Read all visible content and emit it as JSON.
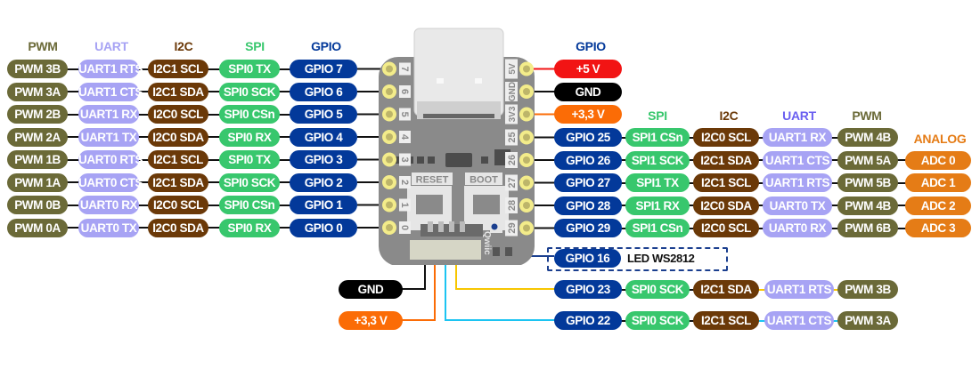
{
  "left_headers": {
    "pwm": "PWM",
    "uart": "UART",
    "i2c": "I2C",
    "spi": "SPI",
    "gpio": "GPIO"
  },
  "right_headers": {
    "gpio": "GPIO",
    "spi": "SPI",
    "i2c": "I2C",
    "uart": "UART",
    "pwm": "PWM",
    "analog": "ANALOG"
  },
  "colors": {
    "pwm": "#6b6a38",
    "uart": "#a7a3f4",
    "i2c": "#6b3908",
    "spi": "#38c76d",
    "gpio": "#03399a",
    "power_5v": "#f21414",
    "gnd": "#000000",
    "power_3v3": "#fb6c06",
    "analog": "#e57c16"
  },
  "left_rows": [
    {
      "pwm": "PWM 3B",
      "uart": "UART1 RTS",
      "i2c": "I2C1 SCL",
      "spi": "SPI0 TX",
      "gpio": "GPIO 7",
      "pin": "7"
    },
    {
      "pwm": "PWM 3A",
      "uart": "UART1 CTS",
      "i2c": "I2C1 SDA",
      "spi": "SPI0 SCK",
      "gpio": "GPIO 6",
      "pin": "6"
    },
    {
      "pwm": "PWM 2B",
      "uart": "UART1 RX",
      "i2c": "I2C0 SCL",
      "spi": "SPI0 CSn",
      "gpio": "GPIO 5",
      "pin": "5"
    },
    {
      "pwm": "PWM 2A",
      "uart": "UART1 TX",
      "i2c": "I2C0 SDA",
      "spi": "SPI0 RX",
      "gpio": "GPIO 4",
      "pin": "4"
    },
    {
      "pwm": "PWM 1B",
      "uart": "UART0 RTS",
      "i2c": "I2C1 SCL",
      "spi": "SPI0 TX",
      "gpio": "GPIO 3",
      "pin": "3"
    },
    {
      "pwm": "PWM 1A",
      "uart": "UART0 CTS",
      "i2c": "I2C1 SDA",
      "spi": "SPI0 SCK",
      "gpio": "GPIO 2",
      "pin": "2"
    },
    {
      "pwm": "PWM 0B",
      "uart": "UART0 RX",
      "i2c": "I2C0 SCL",
      "spi": "SPI0 CSn",
      "gpio": "GPIO 1",
      "pin": "1"
    },
    {
      "pwm": "PWM 0A",
      "uart": "UART0 TX",
      "i2c": "I2C0 SDA",
      "spi": "SPI0 RX",
      "gpio": "GPIO 0",
      "pin": "0"
    }
  ],
  "right_power": [
    {
      "label": "+5 V",
      "pin": "5V"
    },
    {
      "label": "GND",
      "pin": "GND"
    },
    {
      "label": "+3,3 V",
      "pin": "3V3"
    }
  ],
  "right_rows": [
    {
      "gpio": "GPIO 25",
      "spi": "SPI1 CSn",
      "i2c": "I2C0 SCL",
      "uart": "UART1 RX",
      "pwm": "PWM 4B",
      "adc": null,
      "pin": "25"
    },
    {
      "gpio": "GPIO 26",
      "spi": "SPI1 SCK",
      "i2c": "I2C1 SDA",
      "uart": "UART1 CTS",
      "pwm": "PWM 5A",
      "adc": "ADC 0",
      "pin": "26"
    },
    {
      "gpio": "GPIO 27",
      "spi": "SPI1 TX",
      "i2c": "I2C1 SCL",
      "uart": "UART1 RTS",
      "pwm": "PWM 5B",
      "adc": "ADC 1",
      "pin": "27"
    },
    {
      "gpio": "GPIO 28",
      "spi": "SPI1 RX",
      "i2c": "I2C0 SDA",
      "uart": "UART0 TX",
      "pwm": "PWM 4B",
      "adc": "ADC 2",
      "pin": "28"
    },
    {
      "gpio": "GPIO 29",
      "spi": "SPI1 CSn",
      "i2c": "I2C0 SCL",
      "uart": "UART0 RX",
      "pwm": "PWM 6B",
      "adc": "ADC 3",
      "pin": "29"
    }
  ],
  "led": {
    "gpio": "GPIO 16",
    "label": "LED WS2812"
  },
  "qwiic": {
    "gnd": "GND",
    "power": "+3,3 V",
    "sda_row": {
      "gpio": "GPIO 23",
      "spi": "SPI0 SCK",
      "i2c": "I2C1 SDA",
      "uart": "UART1 RTS",
      "pwm": "PWM 3B"
    },
    "scl_row": {
      "gpio": "GPIO 22",
      "spi": "SPI0 SCK",
      "i2c": "I2C1 SCL",
      "uart": "UART1 CTS",
      "pwm": "PWM 3A"
    }
  },
  "board": {
    "reset_label": "RESET",
    "boot_label": "BOOT",
    "qwiic_label": "Qwiic"
  }
}
